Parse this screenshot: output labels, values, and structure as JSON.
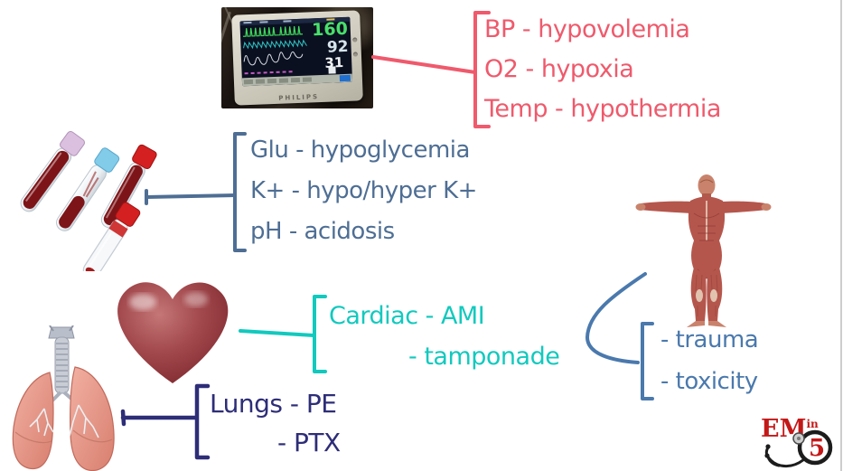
{
  "diagram_type": "hand-drawn medical mind map",
  "monitor": {
    "hr": "160",
    "spo2": "92",
    "resp": "31",
    "brand": "PHILIPS"
  },
  "branches": {
    "vitals": {
      "color": "#ef5a6c",
      "lines": [
        "BP - hypovolemia",
        "O2 - hypoxia",
        "Temp - hypothermia"
      ]
    },
    "labs": {
      "color": "#4e6e94",
      "lines": [
        "Glu - hypoglycemia",
        "K+ - hypo/hyper K+",
        "pH - acidosis"
      ]
    },
    "cardiac": {
      "color": "#12c9be",
      "lines": [
        "Cardiac - AMI",
        "- tamponade"
      ]
    },
    "lungs": {
      "color": "#2e2d78",
      "lines": [
        "Lungs - PE",
        "- PTX"
      ]
    },
    "body": {
      "color": "#4a79ad",
      "lines": [
        "- trauma",
        "- toxicity"
      ]
    }
  },
  "images": {
    "monitor": "patient-vitals-monitor-photo",
    "tubes": "blood-sample-tubes",
    "heart": "heart-illustration",
    "lungs": "lungs-illustration",
    "body": "muscular-anatomy-figure"
  },
  "logo": {
    "em": "EM",
    "in": "in",
    "number": "5"
  }
}
